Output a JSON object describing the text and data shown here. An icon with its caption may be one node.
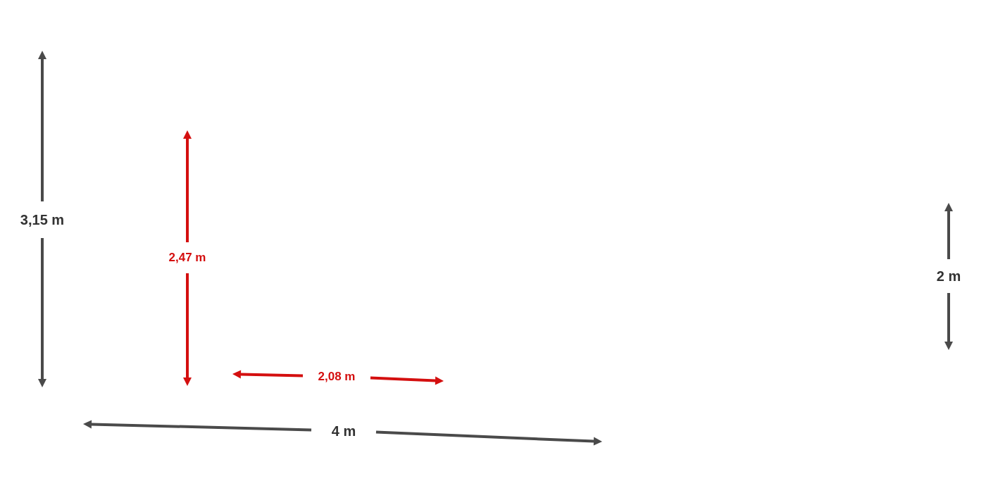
{
  "diagram": {
    "labels": [
      "3,15 m",
      "2,47 m",
      "2 m",
      "2,08 m",
      "4 m"
    ]
  }
}
